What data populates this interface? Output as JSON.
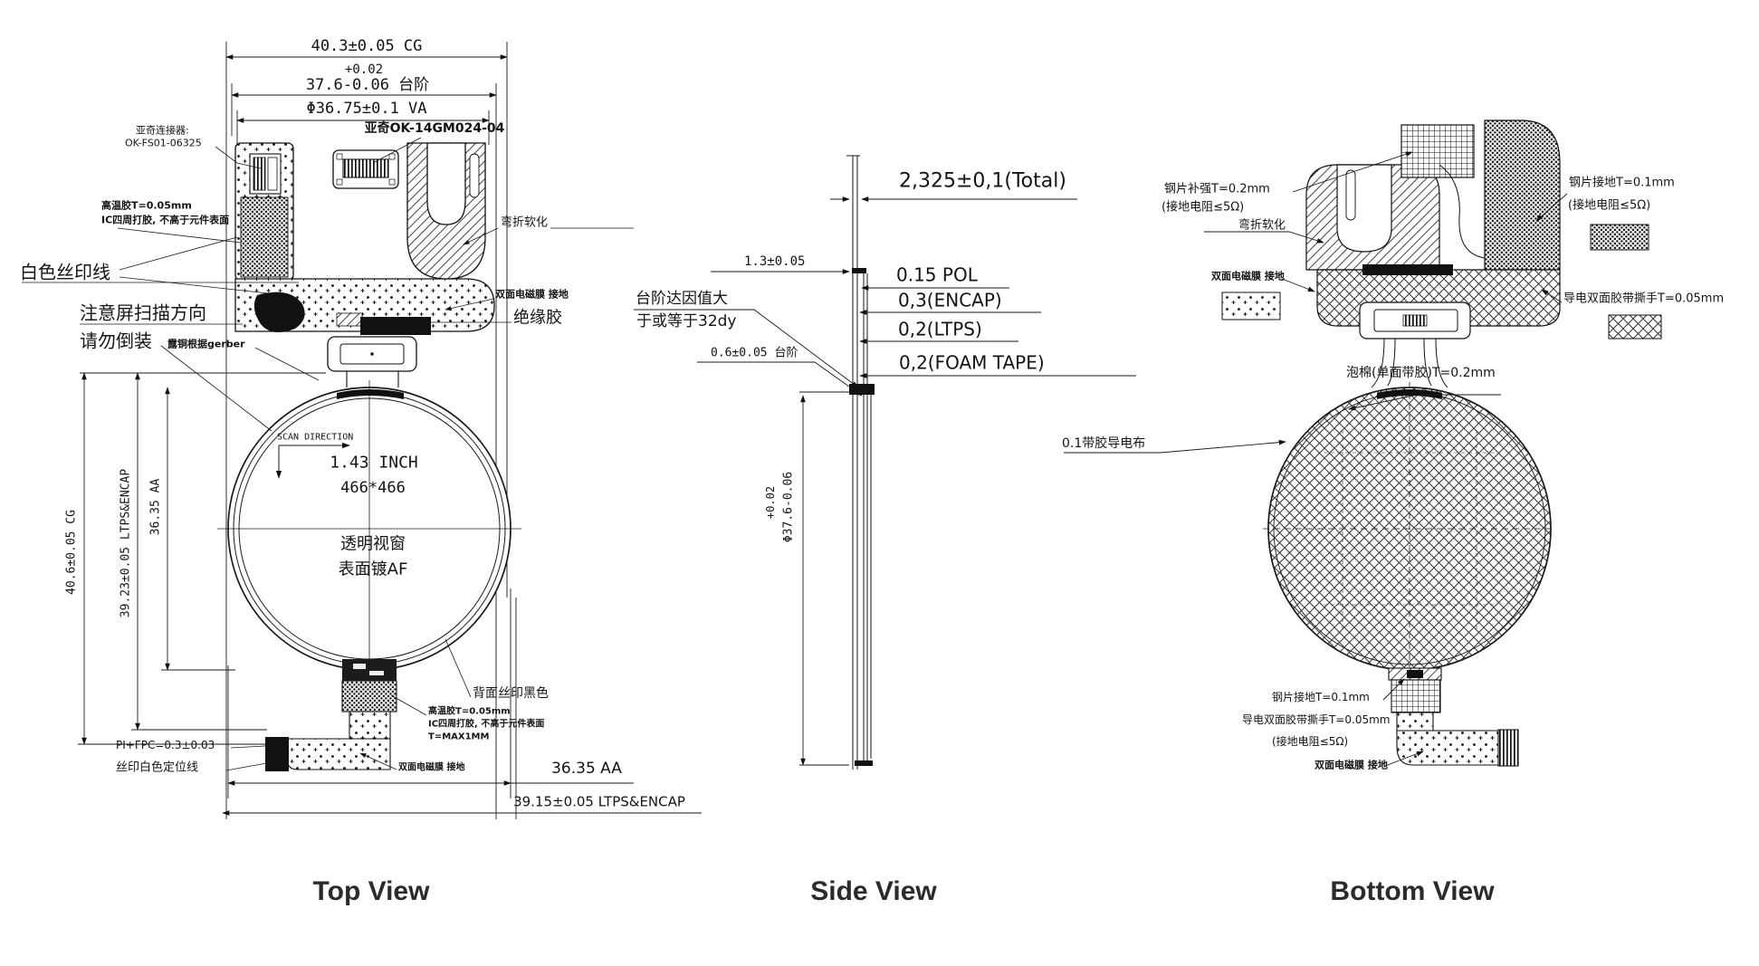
{
  "titles": {
    "top": "Top View",
    "side": "Side View",
    "bottom": "Bottom View"
  },
  "top_view": {
    "dim_cg_width": "40.3±0.05 CG",
    "dim_step_tol": "+0.02",
    "dim_step": "37.6-0.06 台阶",
    "dim_va": "Φ36.75±0.1 VA",
    "connector_model": "亚奇OK-14GM024-04",
    "connector_label_1": "亚奇连接器:",
    "connector_label_2": "OK-FS01-06325",
    "glue_label_1": "高温胶T=0.05mm",
    "glue_label_2": "IC四周打胶, 不高于元件表面",
    "white_silk": "白色丝印线",
    "scan_warning_1": "注意屏扫描方向",
    "scan_warning_2": "请勿倒装",
    "copper_note": "露铜根据gerber",
    "bend_soften": "弯折软化",
    "emi_film": "双面电磁膜 接地",
    "insulation": "绝缘胶",
    "scan_direction": "SCAN DIRECTION",
    "size_inch": "1.43 INCH",
    "resolution": "466*466",
    "window_1": "透明视窗",
    "window_2": "表面镀AF",
    "back_silk": "背面丝印黑色",
    "glue2_1": "高温胶T=0.05mm",
    "glue2_2": "IC四周打胶, 不高于元件表面",
    "glue2_3": "T=MAX1MM",
    "emi_film_2": "双面电磁膜 接地",
    "pi_fpc": "PI+FPC=0.3±0.03",
    "white_silk_line": "丝印白色定位线",
    "dim_cg_height": "40.6±0.05 CG",
    "dim_ltps_height": "39.23±0.05 LTPS&ENCAP",
    "dim_aa_height": "36.35 AA",
    "dim_aa_width": "36.35 AA",
    "dim_ltps_width": "39.15±0.05 LTPS&ENCAP"
  },
  "side_view": {
    "dim_total": "2,325±0,1(Total)",
    "dim_13": "1.3±0.05",
    "pol": "0.15 POL",
    "encap": "0,3(ENCAP)",
    "ltps": "0,2(LTPS)",
    "foam": "0,2(FOAM TAPE)",
    "step_dyne_1": "台阶达因值大",
    "step_dyne_2": "于或等于32dy",
    "dim_step": "0.6±0.05 台阶",
    "dim_dia_tol": "+0.02",
    "dim_dia": "Φ37.6-0.06"
  },
  "bottom_view": {
    "steel_reinforce_1": "钢片补强T=0.2mm",
    "steel_reinforce_2": "(接地电阻≤5Ω)",
    "bend_soften": "弯折软化",
    "emi_film": "双面电磁膜 接地",
    "steel_gnd_1": "钢片接地T=0.1mm",
    "steel_gnd_2": "(接地电阻≤5Ω)",
    "cond_tape": "导电双面胶带撕手T=0.05mm",
    "foam": "泡棉(单面带胶)T=0.2mm",
    "cond_cloth": "0.1带胶导电布",
    "bot_steel_gnd": "钢片接地T=0.1mm",
    "bot_cond_tape": "导电双面胶带撕手T=0.05mm",
    "bot_gnd_res": "(接地电阻≤5Ω)",
    "bot_emi": "双面电磁膜 接地"
  }
}
